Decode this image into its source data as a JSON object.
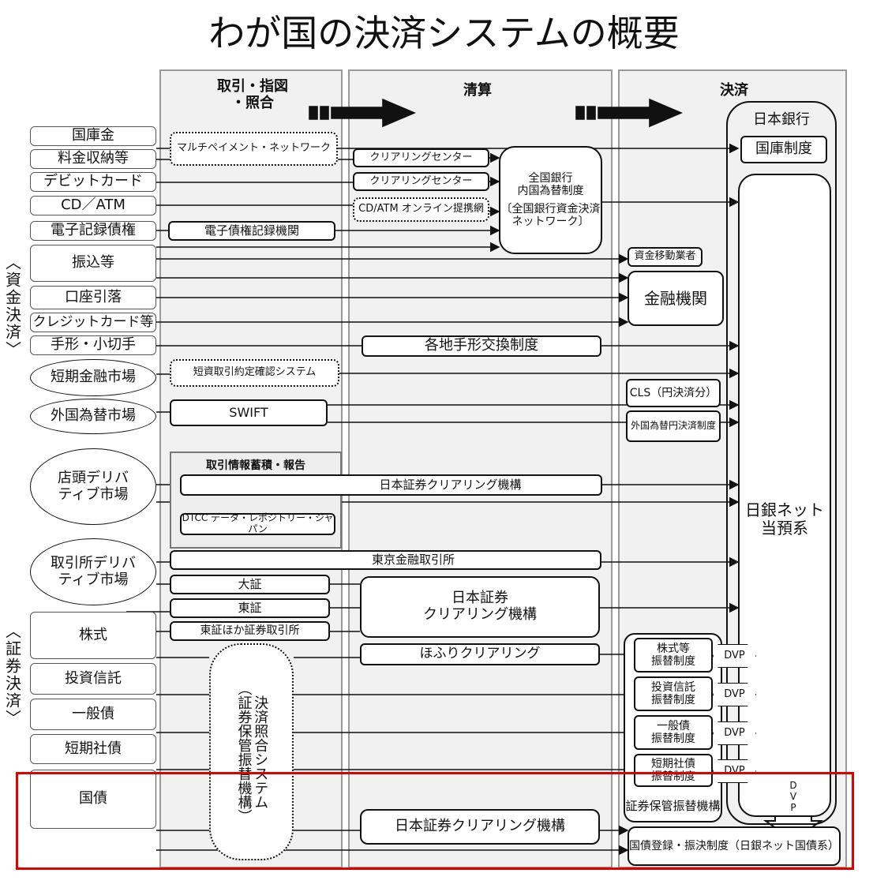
{
  "title": "わが国の決済システムの概要",
  "headers": {
    "trade": "取引・指図\n・照合",
    "clearing": "清算",
    "settlement": "決済"
  },
  "side": {
    "funds": "〈資金決済〉",
    "securities": "〈証券決済〉"
  },
  "left": [
    "国庫金",
    "料金収納等",
    "デビットカード",
    "CD／ATM",
    "電子記録債権",
    "振込等",
    "口座引落",
    "クレジットカード等",
    "手形・小切手",
    "短期金融市場",
    "外国為替市場",
    "店頭デリバ\nティブ市場",
    "取引所デリバ\nティブ市場",
    "株式",
    "投資信託",
    "一般債",
    "短期社債",
    "国債"
  ],
  "trade": {
    "multipayment": "マルチペイメント・ネットワーク",
    "densai": "電子債権記録機関",
    "tanshi": "短資取引約定確認システム",
    "swift": "SWIFT",
    "repo_title": "取引情報蓄積・報告",
    "jscc_wide": "日本証券クリアリング機構",
    "dtcc": "DTCC データ・レポジトリー・ジャパン",
    "tfx": "東京金融取引所",
    "ose": "大証",
    "tse": "東証",
    "others": "東証ほか証券取引所",
    "matching": "決済照合システム\n（証券保管振替機構）"
  },
  "clearing": {
    "cc1": "クリアリングセンター",
    "cc2": "クリアリングセンター",
    "cdatm": "CD/ATM オンライン提携網",
    "zengin": "全国銀行\n内国為替制度",
    "zengin_net": "〔全国銀行資金決済\nネットワーク〕",
    "tegata": "各地手形交換制度",
    "jscc_mid": "日本証券\nクリアリング機構",
    "hofuri": "ほふりクリアリング",
    "jscc_bottom": "日本証券クリアリング機構"
  },
  "settlement": {
    "boj": "日本銀行",
    "kokko": "国庫制度",
    "bojnet": "日銀ネット\n当預系",
    "transfer": "資金移動業者",
    "fi": "金融機関",
    "cls": "CLS（円決済分）",
    "fx": "外国為替円決済制度",
    "jasdec": "証券保管振替機構",
    "sub": [
      "株式等\n振替制度",
      "投資信託\n振替制度",
      "一般債\n振替制度",
      "短期社債\n振替制度"
    ],
    "dvp": "DVP",
    "dvp_v": "D\nV\nP",
    "jgb": "国債登録・振決制度（日銀ネット国債系）"
  },
  "colors": {
    "highlight": "#e00000"
  }
}
